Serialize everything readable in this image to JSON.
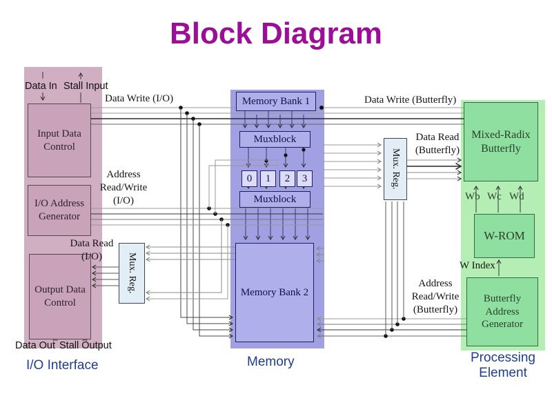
{
  "title": "Block Diagram",
  "sections": {
    "io_interface": {
      "label": "I/O Interface",
      "ports": {
        "data_in": "Data In",
        "stall_input": "Stall Input",
        "data_out": "Data Out",
        "stall_output": "Stall Output"
      },
      "boxes": {
        "input_data_control": "Input Data Control",
        "io_address_generator": "I/O Address Generator",
        "output_data_control": "Output Data Control",
        "mux_reg": "Mux. Reg."
      }
    },
    "memory": {
      "label": "Memory",
      "boxes": {
        "bank1": "Memory Bank 1",
        "muxblock_top": "Muxblock",
        "registers": [
          "0",
          "1",
          "2",
          "3"
        ],
        "muxblock_bottom": "Muxblock",
        "bank2": "Memory Bank 2"
      }
    },
    "processing_element": {
      "label": "Processing Element",
      "boxes": {
        "mux_reg": "Mux. Reg.",
        "mixed_radix_butterfly": "Mixed-Radix Butterfly",
        "w_rom": "W-ROM",
        "butterfly_address_generator": "Butterfly Address Generator"
      },
      "w_ports": [
        "Wb",
        "Wc",
        "Wd"
      ],
      "w_index": "W Index"
    }
  },
  "wire_labels": {
    "data_write_io": "Data Write (I/O)",
    "address_rw_io": "Address Read/Write (I/O)",
    "data_read_io": "Data Read (I/O)",
    "data_write_butterfly": "Data Write (Butterfly)",
    "data_read_butterfly": "Data Read (Butterfly)",
    "address_rw_butterfly": "Address Read/Write (Butterfly)"
  },
  "colors": {
    "title": "#9A0E98",
    "io_region": "#D1AFC2",
    "io_box": "#C9A3B9",
    "memory_region": "#A0A0E2",
    "memory_box": "#AFAFEC",
    "pe_region": "#B5EEB5",
    "pe_box": "#8FDFA0",
    "mux_reg_box": "#E3EDF5",
    "section_label": "#1F3D8E",
    "wire_dark": "#333333",
    "wire_gray": "#999999"
  }
}
